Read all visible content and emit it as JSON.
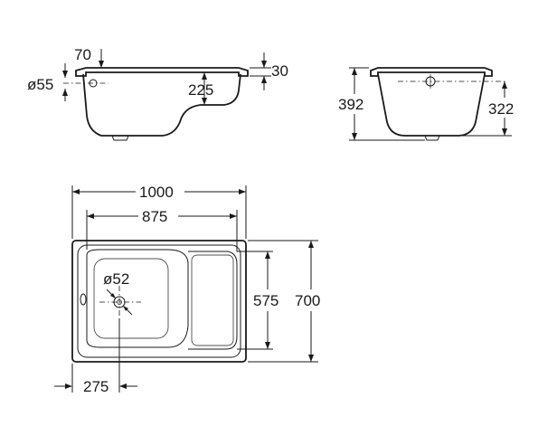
{
  "side_view": {
    "dims": {
      "rim_width": "70",
      "overflow_dia": "ø55",
      "seat_depth": "225",
      "rim_height": "30"
    }
  },
  "end_view": {
    "dims": {
      "total_height": "392",
      "inner_depth": "322"
    }
  },
  "top_view": {
    "dims": {
      "overall_length": "1000",
      "inner_length": "875",
      "inner_width": "575",
      "overall_width": "700",
      "drain_dia": "ø52",
      "drain_offset": "275"
    }
  }
}
